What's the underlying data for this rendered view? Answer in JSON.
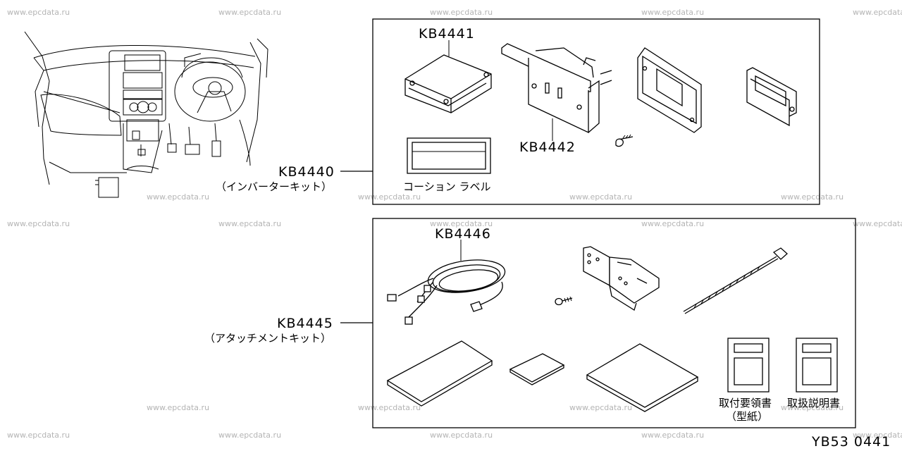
{
  "watermark": "www.epcdata.ru",
  "footer_code": "YB53 0441",
  "kits": {
    "inverter": {
      "part_no": "KB4440",
      "name": "（インバーターキット）"
    },
    "attachment": {
      "part_no": "KB4445",
      "name": "（アタッチメントキット）"
    }
  },
  "parts": {
    "inverter_unit": "KB4441",
    "outlet": "KB4442",
    "harness": "KB4446"
  },
  "labels": {
    "caution_label": "コーション ラベル",
    "install_manual": "取付要領書",
    "install_manual_note": "（型紙）",
    "owner_manual": "取扱説明書"
  }
}
